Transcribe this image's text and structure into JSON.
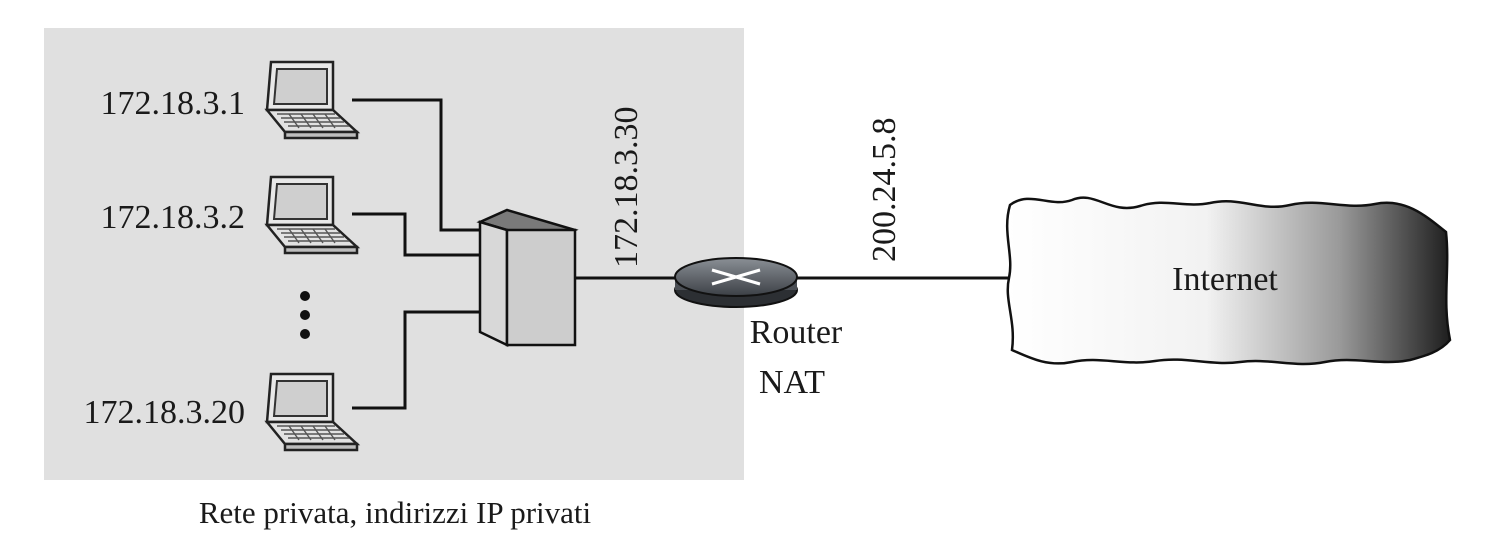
{
  "private_network": {
    "caption": "Rete privata, indirizzi IP privati",
    "background_color": "#e0e0e0",
    "hosts": [
      {
        "ip": "172.18.3.1",
        "icon": "laptop-icon"
      },
      {
        "ip": "172.18.3.2",
        "icon": "laptop-icon"
      },
      {
        "ip": "172.18.3.20",
        "icon": "laptop-icon"
      }
    ],
    "ellipsis": "⋮",
    "switch_icon": "switch-icon"
  },
  "router": {
    "label_line1": "Router",
    "label_line2": "NAT",
    "private_ip": "172.18.3.30",
    "public_ip": "200.24.5.8",
    "icon": "router-icon"
  },
  "internet": {
    "label": "Internet",
    "icon": "cloud-icon"
  }
}
